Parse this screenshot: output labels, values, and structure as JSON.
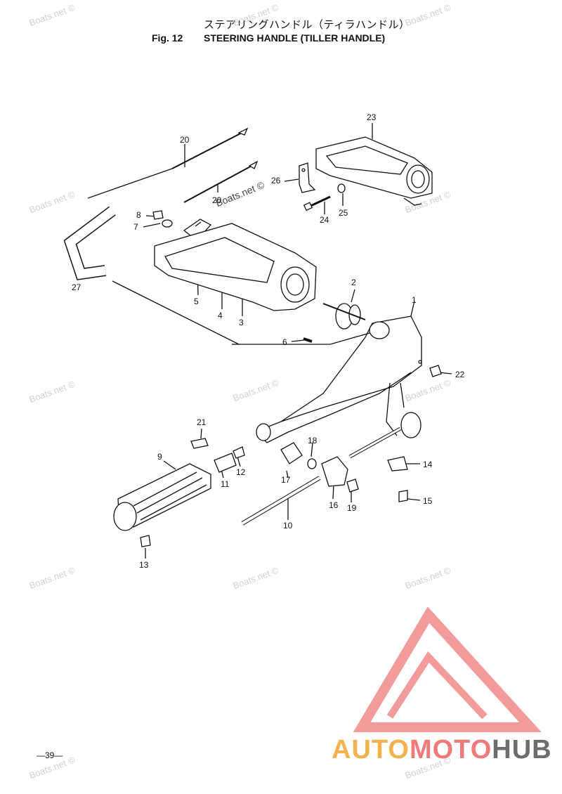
{
  "header": {
    "title_jp": "ステアリングハンドル（ティラハンドル）",
    "fig_label": "Fig. 12",
    "title": "STEERING HANDLE (TILLER HANDLE)"
  },
  "watermark": "Boats.net ©",
  "parts": {
    "p1": "1",
    "p2": "2",
    "p3": "3",
    "p4": "4",
    "p5": "5",
    "p6": "6",
    "p7": "7",
    "p8": "8",
    "p9": "9",
    "p10": "10",
    "p11": "11",
    "p12": "12",
    "p13": "13",
    "p14": "14",
    "p15": "15",
    "p16": "16",
    "p17": "17",
    "p18": "18",
    "p19": "19",
    "p20a": "20",
    "p20b": "20",
    "p21": "21",
    "p22": "22",
    "p23": "23",
    "p24": "24",
    "p25": "25",
    "p26": "26",
    "p27": "27"
  },
  "page_number": "—39—",
  "logo": {
    "part1": "AUTO",
    "part2": "MOTO",
    "part3": "HUB"
  },
  "colors": {
    "logo_yellow": "#f2b24d",
    "logo_pink": "#ee7a7a",
    "logo_grey": "#6d6d6d",
    "watermark": "#cfcfcf"
  }
}
